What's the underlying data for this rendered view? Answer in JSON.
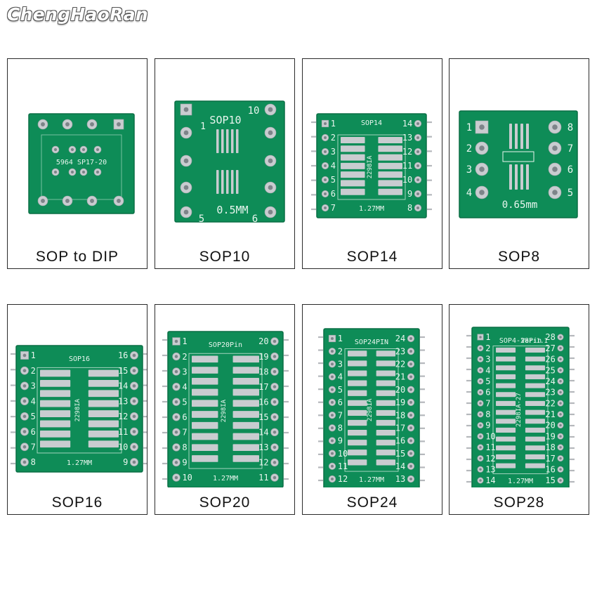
{
  "brand": "ChengHaoRan",
  "colors": {
    "pcb": "#0e8c57",
    "pcb_dark": "#0a6f45",
    "silk": "#e9f6ef",
    "pad": "#c9ccd0",
    "pad_hole": "#7d8489",
    "background": "#ffffff"
  },
  "boards": [
    {
      "caption": "SOP to DIP",
      "silk_label": "5964 SP17-20",
      "type": "sop2dip"
    },
    {
      "caption": "SOP10",
      "silk_label": "SOP10",
      "sub_label": "0.5MM",
      "pin_first": "1",
      "pin_last_left": "5",
      "pin_top_right": "10",
      "pin_bottom_right": "6",
      "type": "sop10"
    },
    {
      "caption": "SOP14",
      "silk_label": "SOP14",
      "part_label": "2298IA",
      "pitch_label": "1.27MM",
      "left_numbers": [
        "1",
        "2",
        "3",
        "4",
        "5",
        "6",
        "7"
      ],
      "right_numbers": [
        "14",
        "13",
        "12",
        "11",
        "10",
        "9",
        "8"
      ],
      "type": "sopn"
    },
    {
      "caption": "SOP8",
      "silk_label": "0.65mm",
      "left_numbers": [
        "1",
        "2",
        "3",
        "4"
      ],
      "right_numbers": [
        "8",
        "7",
        "6",
        "5"
      ],
      "type": "sop8"
    },
    {
      "caption": "SOP16",
      "silk_label": "SOP16",
      "part_label": "2298IA",
      "pitch_label": "1.27MM",
      "left_numbers": [
        "1",
        "2",
        "3",
        "4",
        "5",
        "6",
        "7",
        "8"
      ],
      "right_numbers": [
        "16",
        "15",
        "14",
        "13",
        "12",
        "11",
        "10",
        "9"
      ],
      "type": "sopn"
    },
    {
      "caption": "SOP20",
      "silk_label": "SOP20Pin",
      "part_label": "2298IA",
      "pitch_label": "1.27MM",
      "left_numbers": [
        "1",
        "2",
        "3",
        "4",
        "5",
        "6",
        "7",
        "8",
        "9",
        "10"
      ],
      "right_numbers": [
        "20",
        "19",
        "18",
        "17",
        "16",
        "15",
        "14",
        "13",
        "12",
        "11"
      ],
      "type": "sopn"
    },
    {
      "caption": "SOP24",
      "silk_label": "SOP24PIN",
      "part_label": "2298IA",
      "pitch_label": "1.27MM",
      "left_numbers": [
        "1",
        "2",
        "3",
        "4",
        "5",
        "6",
        "7",
        "8",
        "9",
        "10",
        "11",
        "12"
      ],
      "right_numbers": [
        "24",
        "23",
        "22",
        "21",
        "20",
        "19",
        "18",
        "17",
        "16",
        "15",
        "14",
        "13"
      ],
      "type": "sopn"
    },
    {
      "caption": "SOP28",
      "silk_label": "SOP4-28Pin",
      "version_label": "Ver:1.1",
      "part_label": "2298IA-27",
      "pitch_label": "1.27MM",
      "left_numbers": [
        "1",
        "2",
        "3",
        "4",
        "5",
        "6",
        "7",
        "8",
        "9",
        "10",
        "11",
        "12",
        "13",
        "14"
      ],
      "right_numbers": [
        "28",
        "27",
        "26",
        "25",
        "24",
        "23",
        "22",
        "21",
        "20",
        "19",
        "18",
        "17",
        "16",
        "15"
      ],
      "type": "sopn"
    }
  ]
}
